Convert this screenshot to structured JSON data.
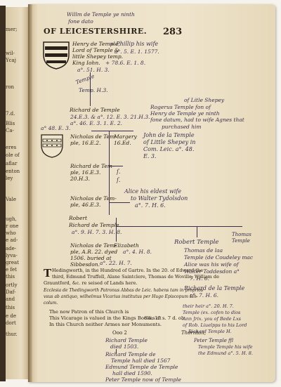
{
  "header": {
    "title": "OF LEICESTERSHIRE.",
    "page_number": "283"
  },
  "printed": {
    "henry": "Henry de Temple,",
    "lord": "Lord of Temple &",
    "little": "little Shepey temp.",
    "kingjohn": "King Iohn.",
    "richard": "Richard de Temple",
    "nicholas1": "Nicholas de Tem-",
    "nicholas1b": "ple, 16.E.2.",
    "margery": "Margery",
    "margeryb": "16.Ed.",
    "richard2": "Richard de Tem-",
    "richard2b": "ple, 16.E.3.",
    "richard2c": "20.H.3.",
    "nicholas2": "Nicholas de Tem-",
    "nicholas2b": "ple, 46.E.3.",
    "robert": "Robert",
    "richard3": "Richard de Temple",
    "nicholas3": "Nicholas de Tem-",
    "nicholas3b": "ple, A.R. 22. dyed",
    "nicholas3c": "1506. buried at",
    "nicholas3d": "Sibbesdon.",
    "elizabeth": "Elizabeth",
    "para1": "Hedingworth, in the Hundred of Gartre. In the 20. of Edward the",
    "para2": "third, Edmund Truffell, Alane Saintclere, Thomas de Woville, William de",
    "para3": "Grauntford, &c. re seised of Lands here.",
    "eccl1": "Ecclesia de Thedingworth Patronus Abbas de Leic. habens tam in proprios",
    "eccl2": "vsus ab antiquo, wilhelmus Vicarius institutus per Hugo Episcopum Lin-",
    "eccl3": "colum.",
    "patron": "The now Patron of this Church is",
    "valued": "This Vicarage is valued in the Kings Bookes at",
    "value": "8 li. 15 s. 7 d. ob.",
    "arms": "In this Church neither Armes nor Monuments.",
    "signature": "Ooo 2",
    "catchword": "Thornton,"
  },
  "left_margin": [
    "mer;",
    "wil-",
    "Ycaj",
    "ron",
    "7.d.",
    "Blis",
    "Ca-",
    "eres",
    "ole of",
    "aflar",
    "enton",
    "ley",
    "Vale",
    "ugh,",
    "r one",
    "who",
    "e ad-",
    "ade-",
    "lyva-",
    "great",
    "e fet",
    "this",
    "ortly",
    "Daf-",
    "and",
    "this",
    "e de",
    "dort",
    "thur."
  ],
  "handwriting": {
    "h1": "Willm de Temple ye ninth",
    "h1b": "fone dato",
    "h2": "= Phillip his wife",
    "h3": "a°. 5. E. 1. 1577.",
    "h4": "+ 78.6. E. 1. 8.",
    "h5": "a°. 51. H. 3.",
    "h6": "Temple",
    "h7": "Temp. H.3.",
    "h8": "of Litle Shepey",
    "h9": "Rogerus Temple fon of",
    "h10": "Henry de Temple ye ninth",
    "h11": "fone datum, had to wife Agnes that",
    "h12": "purchased him",
    "h13": "24.E.3. & a°. 12. E. 3. 21.H.3.",
    "h14": "a°. 46. E. 3. 1. E. 2.",
    "h15": "a° 48. E. 3.",
    "h16": "John de la Temple",
    "h17": "of Little Shepey in",
    "h18": "Com. Leic. a°. 48.",
    "h19": "E. 3.",
    "h20": "Alice his eldest wife",
    "h21": "to Walter Tydolsdon",
    "h22": "a°. 7. H. 6.",
    "h23": "Robert Temple",
    "h24": "Thomas",
    "h25": "Temple",
    "h26": "a°. 22. H. 7.",
    "h27": "Thomas de laa",
    "h28": "Temple (de Coudeley mac",
    "h29": "Alice was his wife of",
    "h30": "Walter Toddesdon a°",
    "h31": "7. H. 6.",
    "h32": "Richard de la Temple",
    "h33": "a°. 7. H. 6.",
    "h34": "their heir a°. 20. H. 7.",
    "h35": "Temple (ex. cofen to dios",
    "h36": "Ann Jrix. you of Bede Lxs",
    "h37": "of Rob. Liuelpps to his Lord",
    "h38": "Richard Temple H.",
    "h39": "Richard Temple",
    "h40": "died 1503.",
    "h41": "Richard Temple de",
    "h42": "Temple hall died 1567",
    "h43": "Edmund Temple de Temple",
    "h44": "hall died 1590.",
    "h45": "Peter Temple now of Temple",
    "h46": "Peter Temple ffl",
    "h47": "Temple Temple his wife",
    "h48": "the Edmund a°. 5. H. 8."
  },
  "colors": {
    "paper": "#efe5cd",
    "print_ink": "#2a2218",
    "manuscript_ink": "#3a2f4d"
  }
}
